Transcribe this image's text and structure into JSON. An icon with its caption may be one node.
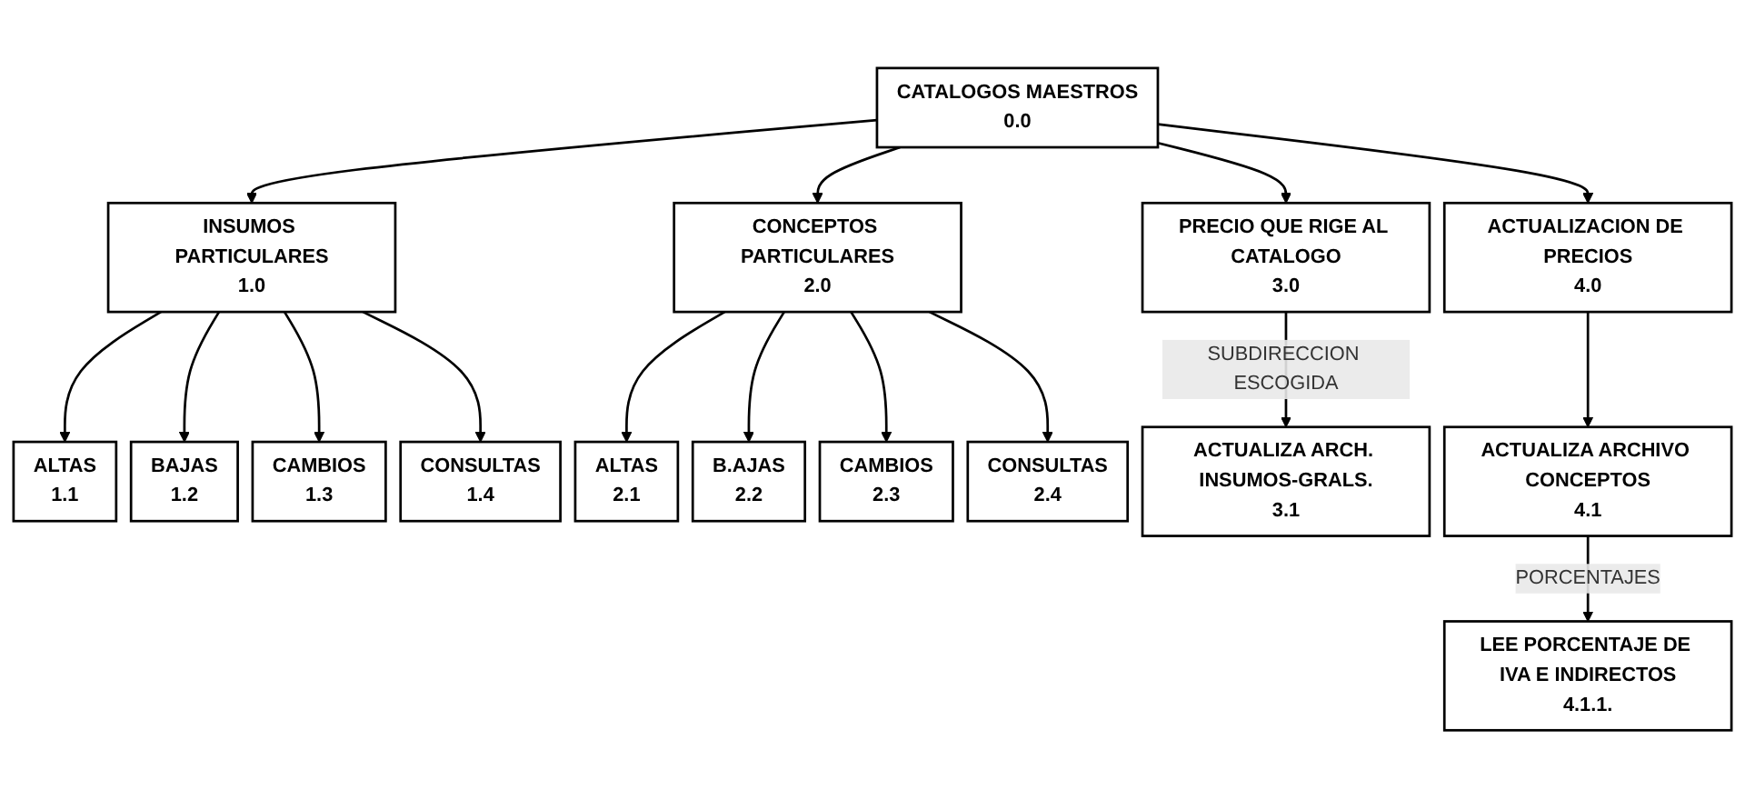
{
  "diagram": {
    "nodes": [
      {
        "text": [
          "CATALOGOS MAESTROS",
          "0.0"
        ]
      },
      {
        "text": [
          "INSUMOS PARTICULARES",
          "1.0"
        ]
      },
      {
        "text": [
          "CONCEPTOS PARTICULARES",
          "2.0"
        ]
      },
      {
        "text": [
          "PRECIO QUE RIGE AL CATALOGO",
          "3.0"
        ]
      },
      {
        "text": [
          "ACTUALIZACION DE PRECIOS",
          "4.0"
        ]
      },
      {
        "text": [
          "ALTAS",
          "1.1"
        ]
      },
      {
        "text": [
          "BAJAS",
          "1.2"
        ]
      },
      {
        "text": [
          "CAMBIOS",
          "1.3"
        ]
      },
      {
        "text": [
          "CONSULTAS",
          "1.4"
        ]
      },
      {
        "text": [
          "ACTUALIZA ARCH. INSUMOS-GRALS.",
          "3.1"
        ]
      },
      {
        "text": [
          "ACTUALIZA ARCHIVO CONCEPTOS",
          "4.1"
        ]
      },
      {
        "text": [
          "ALTAS",
          "2.1"
        ]
      },
      {
        "text": [
          "B.AJAS",
          "2.2"
        ]
      },
      {
        "text": [
          "CAMBIOS",
          "2.3"
        ]
      },
      {
        "text": [
          "CONSULTAS",
          "2.4"
        ]
      },
      {
        "text": [
          "LEE PORCENTAJE DE IVA E INDIRECTOS",
          "4.1.1."
        ]
      }
    ],
    "edges": [
      {
        "from": 0,
        "to": 1,
        "arrow": "to"
      },
      {
        "from": 0,
        "to": 2,
        "arrow": "to"
      },
      {
        "from": 0,
        "to": 3,
        "arrow": "to"
      },
      {
        "from": 0,
        "to": 4,
        "arrow": "to"
      },
      {
        "from": 1,
        "to": 5,
        "arrow": "to"
      },
      {
        "from": 1,
        "to": 6,
        "arrow": "to"
      },
      {
        "from": 1,
        "to": 7,
        "arrow": "to"
      },
      {
        "from": 1,
        "to": 8,
        "arrow": "to"
      },
      {
        "from": 2,
        "to": 11,
        "arrow": "to"
      },
      {
        "from": 2,
        "to": 12,
        "arrow": "to"
      },
      {
        "from": 2,
        "to": 13,
        "arrow": "to"
      },
      {
        "from": 2,
        "to": 14,
        "arrow": "to"
      },
      {
        "from": 3,
        "to": 9,
        "label": "SUBDIRECCION ESCOGIDA",
        "arrow": "to"
      },
      {
        "from": 4,
        "to": 10,
        "arrow": "to"
      },
      {
        "from": 10,
        "to": 15,
        "label": "PORCENTAJES",
        "arrow": "to"
      }
    ]
  }
}
